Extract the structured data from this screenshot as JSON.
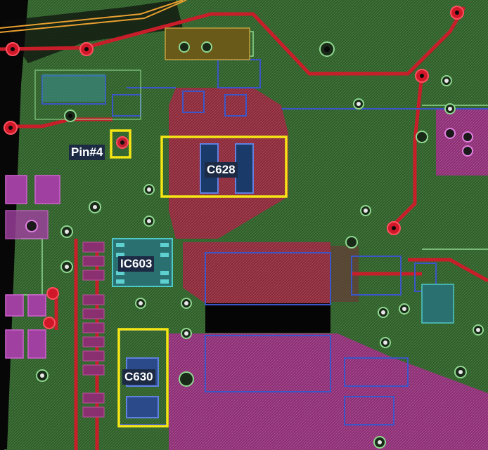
{
  "labels": {
    "pin4": "Pin#4",
    "c628": "C628",
    "ic603": "IC603",
    "c630": "C630"
  },
  "colors": {
    "board_green": "#2f5e2a",
    "trace_red": "#c81e2a",
    "copper_red": "#8a2a3a",
    "highlight": "#f5e614",
    "label_bg": "#1c2a44",
    "via_ring": "#8fd890",
    "component_blue": "#3a56c8",
    "component_magenta": "#c040c0",
    "component_cyan": "#4fc8c8"
  }
}
